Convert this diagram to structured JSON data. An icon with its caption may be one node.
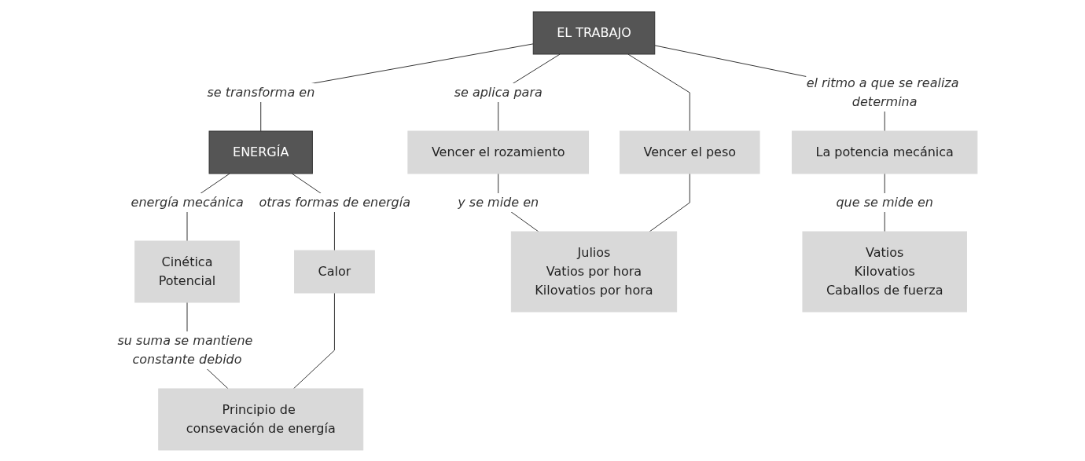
{
  "diagram": {
    "nodes": [
      {
        "text": [
          "EL TRABAJO"
        ]
      },
      {
        "text": [
          "ENERGÍA"
        ]
      },
      {
        "text": [
          "Vencer el rozamiento"
        ]
      },
      {
        "text": [
          "Vencer el peso"
        ]
      },
      {
        "text": [
          "La potencia mecánica"
        ]
      },
      {
        "text": [
          "Cinética",
          "Potencial"
        ]
      },
      {
        "text": [
          "Calor"
        ]
      },
      {
        "text": [
          "Julios",
          "Vatios por hora",
          "Kilovatios por hora"
        ]
      },
      {
        "text": [
          "Vatios",
          "Kilovatios",
          "Caballos de fuerza"
        ]
      },
      {
        "text": [
          "Principio de consevación de energía"
        ]
      }
    ],
    "edges": [
      {
        "from": 0,
        "to": 1,
        "arrow": "none",
        "label": "se transforma en"
      },
      {
        "from": 0,
        "to": 2,
        "arrow": "none",
        "label": "se aplica para"
      },
      {
        "from": 0,
        "to": 3,
        "arrow": "none"
      },
      {
        "from": 0,
        "to": 4,
        "arrow": "none",
        "label": "el ritmo a que se realiza determina"
      },
      {
        "from": 1,
        "to": 5,
        "arrow": "none",
        "label": "energía mecánica"
      },
      {
        "from": 1,
        "to": 6,
        "arrow": "none",
        "label": "otras formas de energía"
      },
      {
        "from": 2,
        "to": 7,
        "arrow": "none",
        "label": "y se mide en"
      },
      {
        "from": 3,
        "to": 7,
        "arrow": "none"
      },
      {
        "from": 4,
        "to": 8,
        "arrow": "none",
        "label": "que se mide en"
      },
      {
        "from": 5,
        "to": 9,
        "arrow": "none",
        "label": "su suma se mantiene constante debido"
      },
      {
        "from": 6,
        "to": 9,
        "arrow": "none"
      }
    ]
  }
}
